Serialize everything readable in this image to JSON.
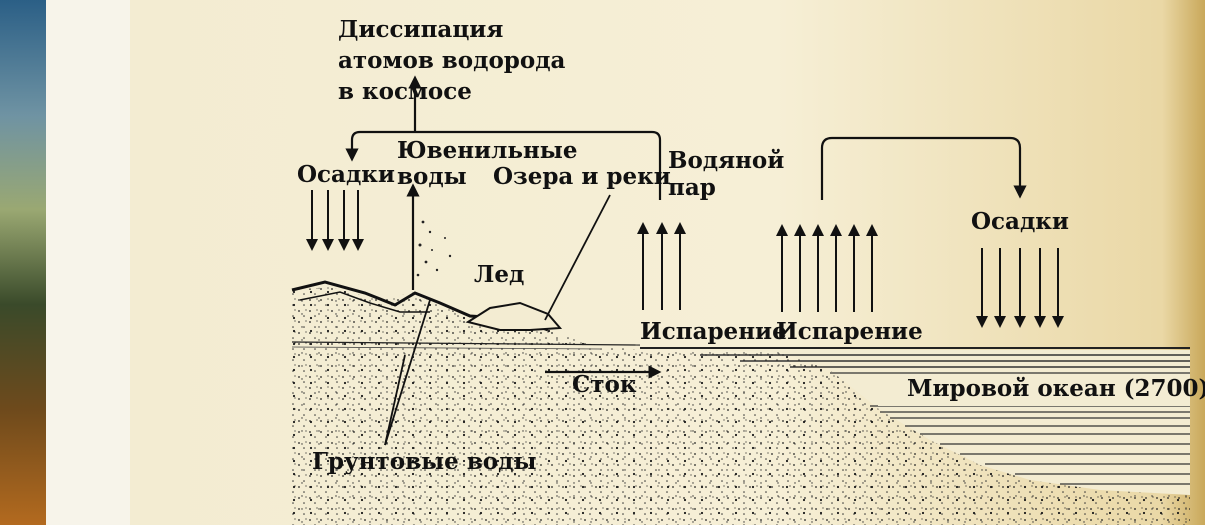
{
  "labels": {
    "dissipation": "Диссипация атомов водорода в космосе",
    "precipitation_land": "Осадки",
    "juvenile_waters": "Ювенильные воды",
    "lakes_rivers": "Озера и реки",
    "water_vapor": "Водяной пар",
    "ice": "Лед",
    "evaporation_land": "Испарение",
    "evaporation_ocean": "Испарение",
    "precipitation_ocean": "Осадки",
    "runoff": "Сток",
    "world_ocean": "Мировой океан (2700)",
    "groundwater": "Грунтовые воды"
  },
  "colors": {
    "ink": "#111111",
    "paper": "#f3ecd2",
    "ocean_line": "#333333"
  }
}
